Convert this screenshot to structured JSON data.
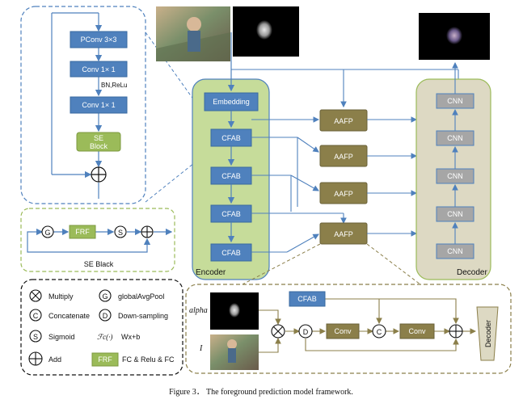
{
  "detail_block": {
    "pconv": "PConv 3×3",
    "conv1": "Conv  1× 1",
    "bn_relu": "BN,ReLu",
    "conv2": "Conv  1× 1",
    "se_block_line1": "SE",
    "se_block_line2": "Block"
  },
  "se_block": {
    "title": "SE  Black",
    "g": "G",
    "frf": "FRF",
    "s": "S"
  },
  "legend": {
    "multiply": "Multiply",
    "concatenate": "Concatenate",
    "sigmoid": "Sigmoid",
    "add": "Add",
    "global_avg_pool": "globalAvgPool",
    "down_sampling": "Down-sampling",
    "fc_symbol": "ℱc(·)",
    "fc_formula": "Wx+b",
    "frf": "FRF",
    "frf_desc": "FC & Relu & FC",
    "g": "G",
    "c": "C",
    "s": "S",
    "d": "D"
  },
  "encoder": {
    "label": "Encoder",
    "embedding": "Embedding",
    "cfab": [
      "CFAB",
      "CFAB",
      "CFAB",
      "CFAB"
    ]
  },
  "aafp": [
    "AAFP",
    "AAFP",
    "AAFP",
    "AAFP"
  ],
  "decoder": {
    "label": "Decoder",
    "cnn": [
      "CNN",
      "CNN",
      "CNN",
      "CNN",
      "CNN"
    ]
  },
  "refine": {
    "cfab": "CFAB",
    "alpha_label": "alpha",
    "i_label": "I",
    "d": "D",
    "c": "C",
    "conv1": "Conv",
    "conv2": "Conv",
    "decoder": "Decoder"
  },
  "caption": "Figure 3．  The foreground prediction model framework.",
  "colors": {
    "blue": "#4f81bd",
    "green": "#9bbb59",
    "olive": "#8b7f4a",
    "encoder_bg": "#c6dc9a",
    "decoder_bg": "#ddd9c3",
    "cnn_gray": "#a6a6a6",
    "line": "#4f81bd"
  }
}
